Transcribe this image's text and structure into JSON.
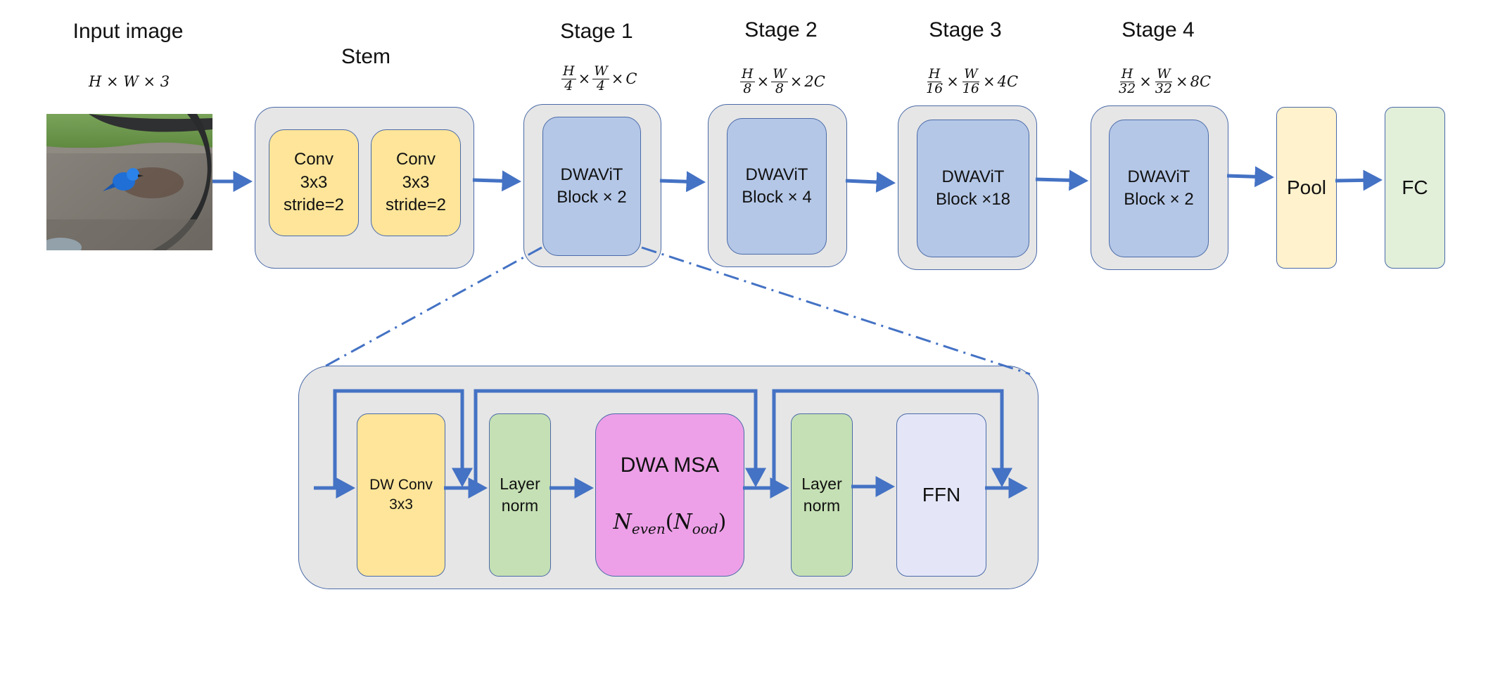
{
  "input": {
    "title": "Input image",
    "dims": "H × W × 3"
  },
  "stem": {
    "title": "Stem",
    "conv1": "Conv\n3x3\nstride=2",
    "conv2": "Conv\n3x3\nstride=2"
  },
  "stages": [
    {
      "title": "Stage 1",
      "num1": "H",
      "den1": "4",
      "num2": "W",
      "den2": "4",
      "ch": "C",
      "block": "DWAViT\nBlock × 2"
    },
    {
      "title": "Stage 2",
      "num1": "H",
      "den1": "8",
      "num2": "W",
      "den2": "8",
      "ch": "2C",
      "block": "DWAViT\nBlock × 4"
    },
    {
      "title": "Stage 3",
      "num1": "H",
      "den1": "16",
      "num2": "W",
      "den2": "16",
      "ch": "4C",
      "block": "DWAViT\nBlock ×18"
    },
    {
      "title": "Stage 4",
      "num1": "H",
      "den1": "32",
      "num2": "W",
      "den2": "32",
      "ch": "8C",
      "block": "DWAViT\nBlock × 2"
    }
  ],
  "pool": "Pool",
  "fc": "FC",
  "detail": {
    "dwconv": "DW Conv\n3x3",
    "norm1": "Layer\nnorm",
    "msa_title": "DWA MSA",
    "msa_sub_a": "N",
    "msa_sub_a_idx": "even",
    "msa_paren_open": "(",
    "msa_sub_b": "N",
    "msa_sub_b_idx": "ood",
    "msa_paren_close": ")",
    "norm2": "Layer\nnorm",
    "ffn": "FFN"
  },
  "colors": {
    "arrow": "#4472c4",
    "stage_bg": "#e6e6e6",
    "conv": "#fee599",
    "block": "#b4c7e7",
    "pool": "#fff2cc",
    "fc": "#e2efd9",
    "norm": "#c5e0b4",
    "msa": "#eda0e8",
    "ffn": "#e4e6f7"
  },
  "icons": {
    "input_thumbnail": "bird-photo"
  }
}
